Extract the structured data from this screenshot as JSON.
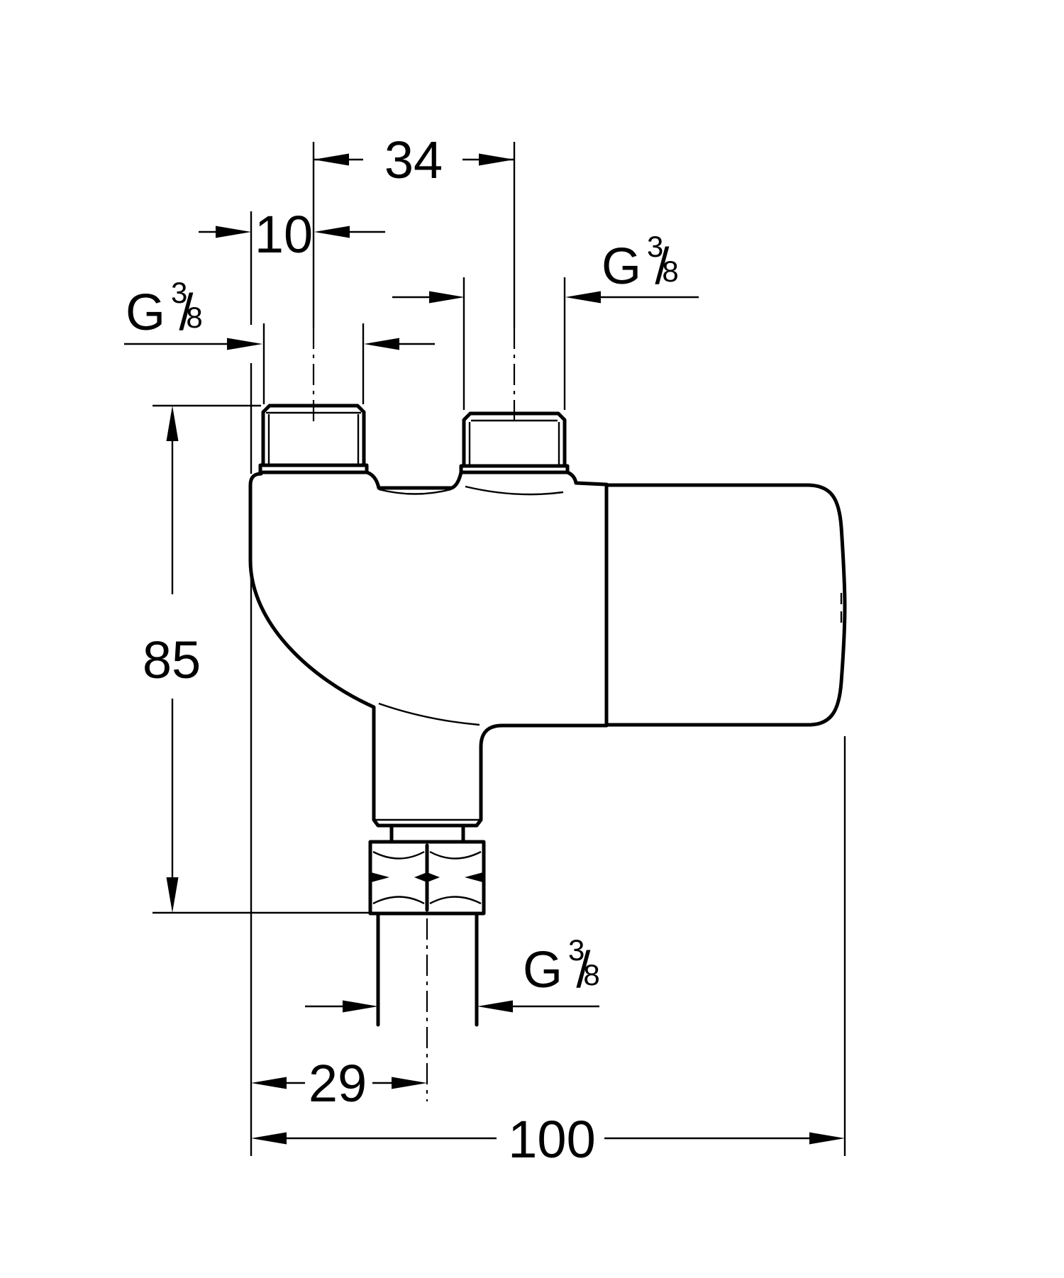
{
  "page": {
    "background": "#ffffff",
    "ink": "#000000"
  },
  "drawing": {
    "dim_port_spacing": "34",
    "dim_port_offset": "10",
    "dim_height": "85",
    "dim_outlet_offset": "29",
    "dim_overall_width": "100",
    "thread_labels": [
      {
        "id": "top-left",
        "prefix": "G",
        "numerator": "3",
        "slash": "/",
        "denominator": "8"
      },
      {
        "id": "top-right",
        "prefix": "G",
        "numerator": "3",
        "slash": "/",
        "denominator": "8"
      },
      {
        "id": "bottom",
        "prefix": "G",
        "numerator": "3",
        "slash": "/",
        "denominator": "8"
      }
    ]
  }
}
